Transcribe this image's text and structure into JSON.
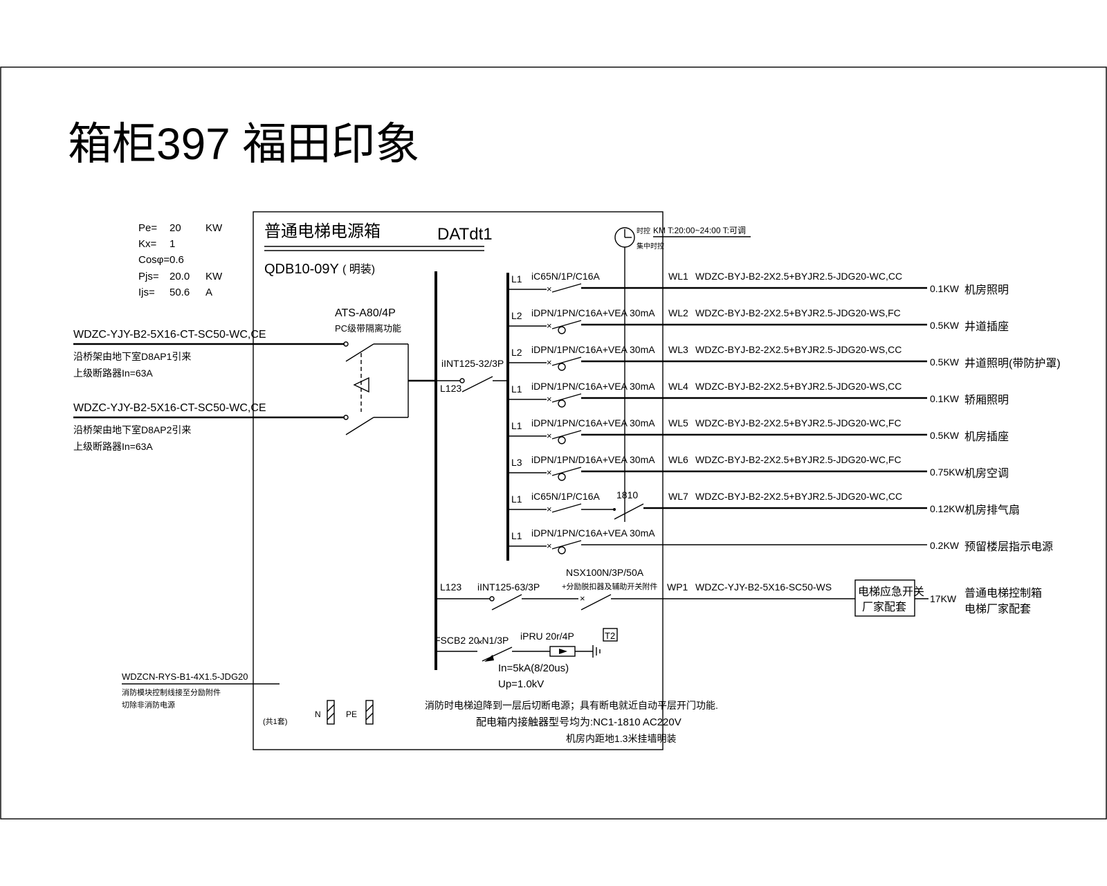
{
  "title": "箱柜397 福田印象",
  "box": {
    "name": "普通电梯电源箱",
    "code": "DATdt1",
    "model": "QDB10-09Y",
    "mount": "( 明装)",
    "timer_label": "时控",
    "timer_label2": "集中时控",
    "timer_note": "KM T:20:00~24:00 T:可调",
    "count": "(共1套)",
    "n_label": "N",
    "pe_label": "PE",
    "note1": "消防时电梯迫降到一层后切断电源；具有断电就近自动平层开门功能.",
    "note2": "配电箱内接触器型号均为:NC1-1810 AC220V",
    "note3": "机房内距地1.3米挂墙明装"
  },
  "params": [
    {
      "name": "Pe=",
      "value": "20",
      "unit": "KW"
    },
    {
      "name": "Kx=",
      "value": "1",
      "unit": ""
    },
    {
      "name": "Cosφ=",
      "value": "0.6",
      "unit": ""
    },
    {
      "name": "Pjs=",
      "value": "20.0",
      "unit": "KW"
    },
    {
      "name": "Ijs=",
      "value": "50.6",
      "unit": "A"
    }
  ],
  "incomers": [
    {
      "cable": "WDZC-YJY-B2-5X16-CT-SC50-WC,CE",
      "note1": "沿桥架由地下室D8AP1引来",
      "note2": "上级断路器In=63A"
    },
    {
      "cable": "WDZC-YJY-B2-5X16-CT-SC50-WC,CE",
      "note1": "沿桥架由地下室D8AP2引来",
      "note2": "上级断路器In=63A"
    }
  ],
  "ats": {
    "model": "ATS-A80/4P",
    "note": "PC级带隔离功能"
  },
  "main_breaker": {
    "model": "iINT125-32/3P",
    "phase": "L123"
  },
  "circuits": [
    {
      "phase": "L1",
      "breaker": "iC65N/1P/C16A",
      "rcd": "",
      "circuit": "WL1",
      "cable": "WDZC-BYJ-B2-2X2.5+BYJR2.5-JDG20-WC,CC",
      "load": "0.1KW",
      "desc": "机房照明"
    },
    {
      "phase": "L2",
      "breaker": "iDPN/1PN/C16A+VEA",
      "rcd": "30mA",
      "circuit": "WL2",
      "cable": "WDZC-BYJ-B2-2X2.5+BYJR2.5-JDG20-WS,FC",
      "load": "0.5KW",
      "desc": "井道插座"
    },
    {
      "phase": "L2",
      "breaker": "iDPN/1PN/C16A+VEA",
      "rcd": "30mA",
      "circuit": "WL3",
      "cable": "WDZC-BYJ-B2-2X2.5+BYJR2.5-JDG20-WS,CC",
      "load": "0.5KW",
      "desc": "井道照明(带防护罩)"
    },
    {
      "phase": "L1",
      "breaker": "iDPN/1PN/C16A+VEA",
      "rcd": "30mA",
      "circuit": "WL4",
      "cable": "WDZC-BYJ-B2-2X2.5+BYJR2.5-JDG20-WS,CC",
      "load": "0.1KW",
      "desc": "轿厢照明"
    },
    {
      "phase": "L1",
      "breaker": "iDPN/1PN/C16A+VEA",
      "rcd": "30mA",
      "circuit": "WL5",
      "cable": "WDZC-BYJ-B2-2X2.5+BYJR2.5-JDG20-WC,FC",
      "load": "0.5KW",
      "desc": "机房插座"
    },
    {
      "phase": "L3",
      "breaker": "iDPN/1PN/D16A+VEA",
      "rcd": "30mA",
      "circuit": "WL6",
      "cable": "WDZC-BYJ-B2-2X2.5+BYJR2.5-JDG20-WC,FC",
      "load": "0.75KW",
      "desc": "机房空调"
    },
    {
      "phase": "L1",
      "breaker": "iC65N/1P/C16A",
      "rcd": "",
      "circuit": "WL7",
      "cable": "WDZC-BYJ-B2-2X2.5+BYJR2.5-JDG20-WC,CC",
      "load": "0.12KW",
      "desc": "机房排气扇",
      "contactor": "1810"
    },
    {
      "phase": "L1",
      "breaker": "iDPN/1PN/C16A+VEA",
      "rcd": "30mA",
      "circuit": "",
      "cable": "",
      "load": "0.2KW",
      "desc": "预留楼层指示电源"
    }
  ],
  "power_feeder": {
    "phase": "L123",
    "isolator": "iINT125-63/3P",
    "breaker": "NSX100N/3P/50A",
    "breaker_note": "+分励脱扣器及辅助开关附件",
    "circuit": "WP1",
    "cable": "WDZC-YJY-B2-5X16-SC50-WS",
    "switch_box": "电梯应急开关",
    "switch_box2": "厂家配套",
    "load": "17KW",
    "desc": "普通电梯控制箱",
    "desc2": "电梯厂家配套"
  },
  "spd": {
    "breaker": "FSCB2 20 N1/3P",
    "model": "iPRU 20r/4P",
    "tag": "T2",
    "in": "In=5kA(8/20us)",
    "up": "Up=1.0kV"
  },
  "fire": {
    "cable": "WDZCN-RYS-B1-4X1.5-JDG20",
    "note1": "消防模块控制线接至分励附件",
    "note2": "切除非消防电源"
  }
}
